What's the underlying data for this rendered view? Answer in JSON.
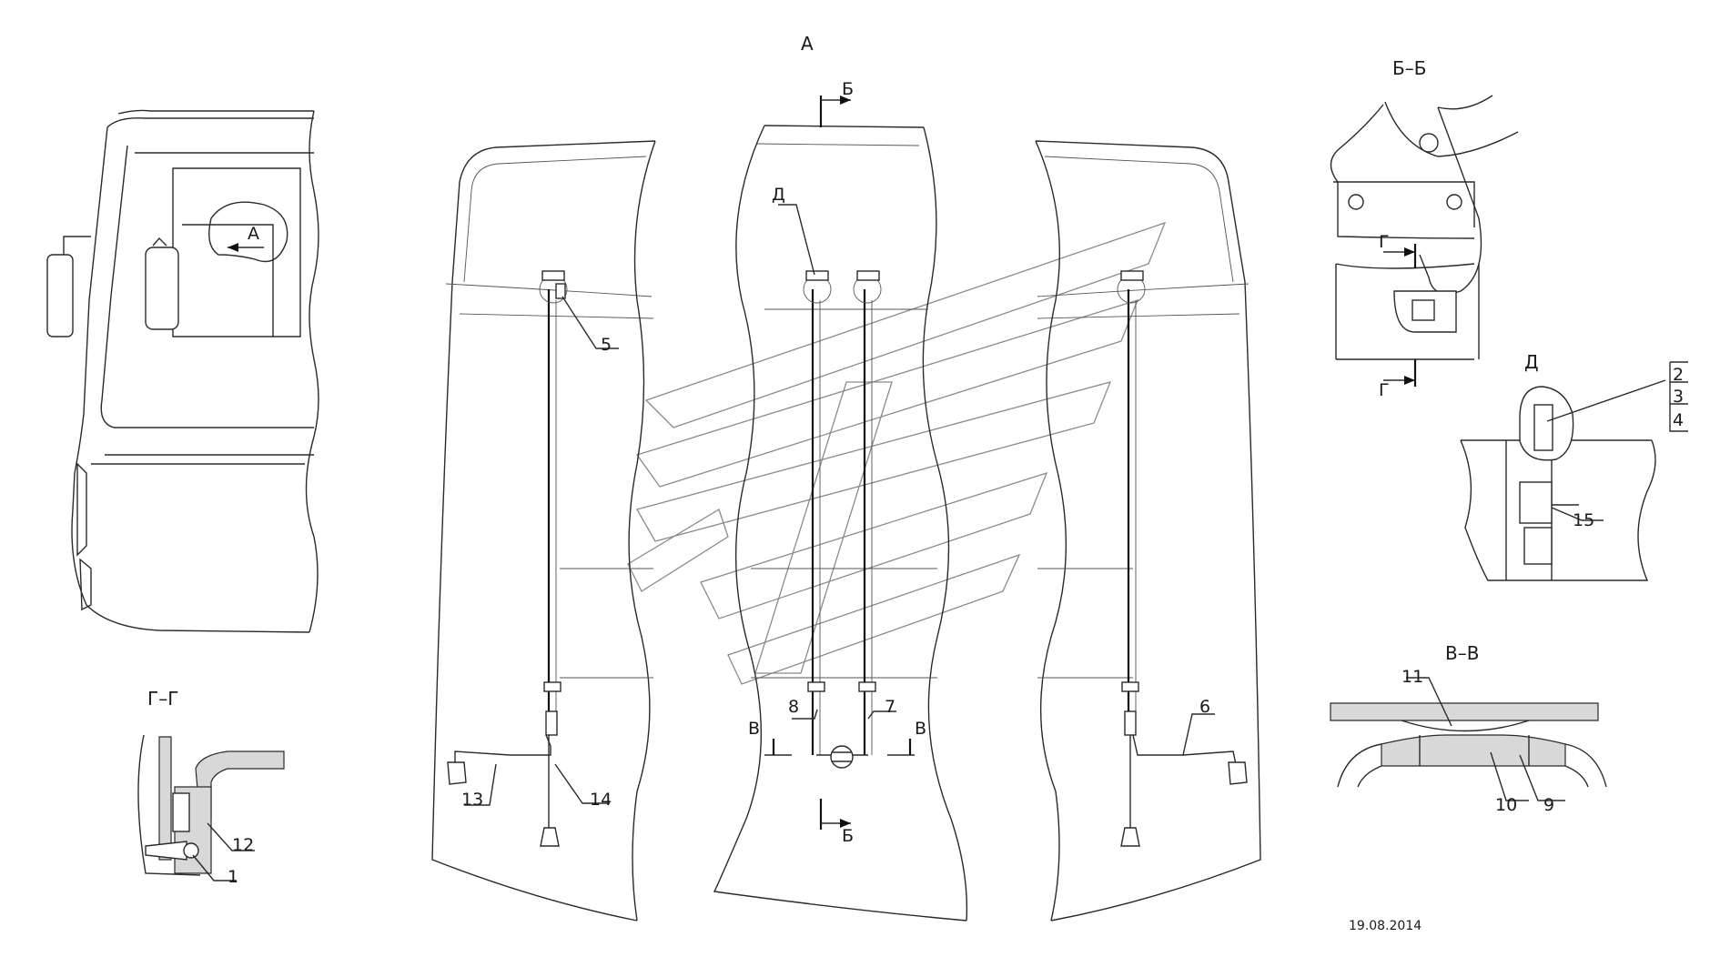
{
  "views": {
    "main": "А",
    "section_bb": "Б–Б",
    "detail_d": "Д",
    "section_vv": "В–В",
    "section_gg": "Г–Г"
  },
  "markers": {
    "view_arrow_a": "А",
    "cut_b_top": "Б",
    "cut_b_bottom": "Б",
    "detail_d_callout": "Д",
    "cut_v_left": "В",
    "cut_v_right": "В",
    "cut_g_top": "Г",
    "cut_g_bottom": "Г"
  },
  "callouts": {
    "c1": "1",
    "c2": "2",
    "c3": "3",
    "c4": "4",
    "c5": "5",
    "c6": "6",
    "c7": "7",
    "c8": "8",
    "c9": "9",
    "c10": "10",
    "c11": "11",
    "c12": "12",
    "c13": "13",
    "c14": "14",
    "c15": "15"
  },
  "date": "19.08.2014"
}
